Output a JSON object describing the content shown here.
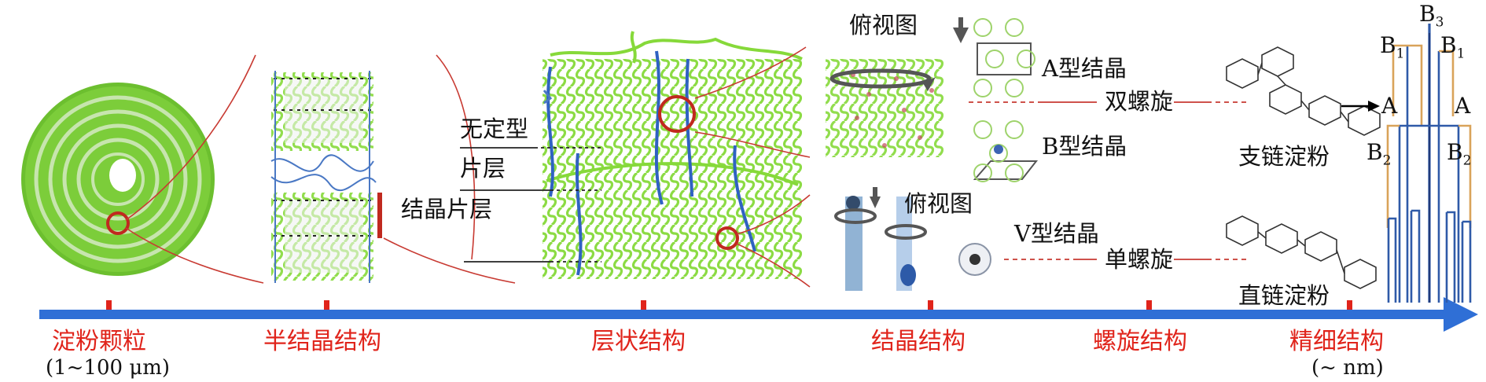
{
  "axis_labels": {
    "granule": "淀粉颗粒",
    "granule_size": "(1~100 μm)",
    "semicrystalline": "半结晶结构",
    "lamellar": "层状结构",
    "crystalline": "结晶结构",
    "helical": "螺旋结构",
    "fine": "精细结构",
    "fine_size": "(~ nm)"
  },
  "annotations": {
    "amorphous_lamella_line1": "无定型",
    "amorphous_lamella_line2": "片层",
    "crystalline_lamella": "结晶片层",
    "top_view_1": "俯视图",
    "top_view_2": "俯视图",
    "a_type": "A型结晶",
    "b_type": "B型结晶",
    "v_type": "V型结晶",
    "double_helix": "双螺旋",
    "single_helix": "单螺旋",
    "amylopectin": "支链淀粉",
    "amylose": "直链淀粉"
  },
  "chain_labels": {
    "b3": "B",
    "b3_sub": "3",
    "b1": "B",
    "b1_sub": "1",
    "b2": "B",
    "b2_sub": "2",
    "a": "A"
  },
  "colors": {
    "axis_blue": "#2f6fd6",
    "label_red": "#e0241b",
    "granule_green": "#7ccd3a",
    "helix_green": "#86d93a",
    "chain_blue": "#2f5aa8",
    "chain_tan": "#d9a35a",
    "connector_red": "#c83a32"
  }
}
